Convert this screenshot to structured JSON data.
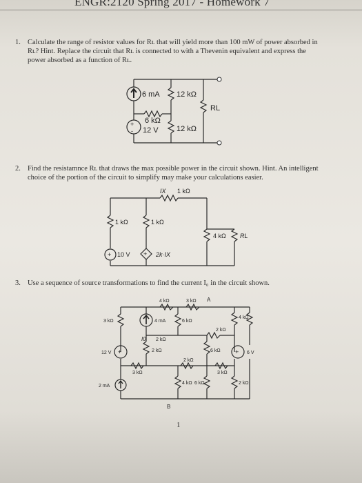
{
  "header": {
    "title": "ENGR:2120 Spring 2017 - Homework 7"
  },
  "problems": [
    {
      "number": "1.",
      "lines": [
        "Calculate the range of resistor values for Rʟ that will yield more than 100 mW of power absorbed in",
        "Rʟ? Hint. Replace the circuit that Rʟ is connected to with a Thevenin equivalent and express the",
        "power absorbed as a function of Rʟ."
      ]
    },
    {
      "number": "2.",
      "lines": [
        "Find the resistamnce Rʟ that draws the max possible power in the circuit shown. Hint. An intelligent",
        "choice of the portion of the circuit to simplify may make your calculations easier."
      ]
    },
    {
      "number": "3.",
      "lines": [
        "Use a sequence of source transformations to find the current I₀ in the circuit shown."
      ]
    }
  ],
  "circuit1": {
    "current_source": "6 mA",
    "r_top": "12 kΩ",
    "r_series": "6 kΩ",
    "voltage_source": "12 V",
    "r_bottom": "12 kΩ",
    "r_load": "RL"
  },
  "circuit2": {
    "ix_label": "IX",
    "r_top": "1 kΩ",
    "r_left": "1 kΩ",
    "r_mid": "1 kΩ",
    "r_right": "4 kΩ",
    "r_load": "RL",
    "v_source": "10 V",
    "dep_source": "2k·IX"
  },
  "circuit3": {
    "labels": [
      "4 kΩ",
      "3 kΩ",
      "A",
      "3 kΩ",
      "4 mA",
      "6 kΩ",
      "4 kΩ",
      "2 kΩ",
      "I0",
      "2 kΩ",
      "12 V",
      "2 kΩ",
      "6 kΩ",
      "6 V",
      "2 kΩ",
      "3 kΩ",
      "3 kΩ",
      "2 mA",
      "4 kΩ",
      "6 kΩ",
      "2 kΩ",
      "B"
    ]
  },
  "page_number": "1"
}
